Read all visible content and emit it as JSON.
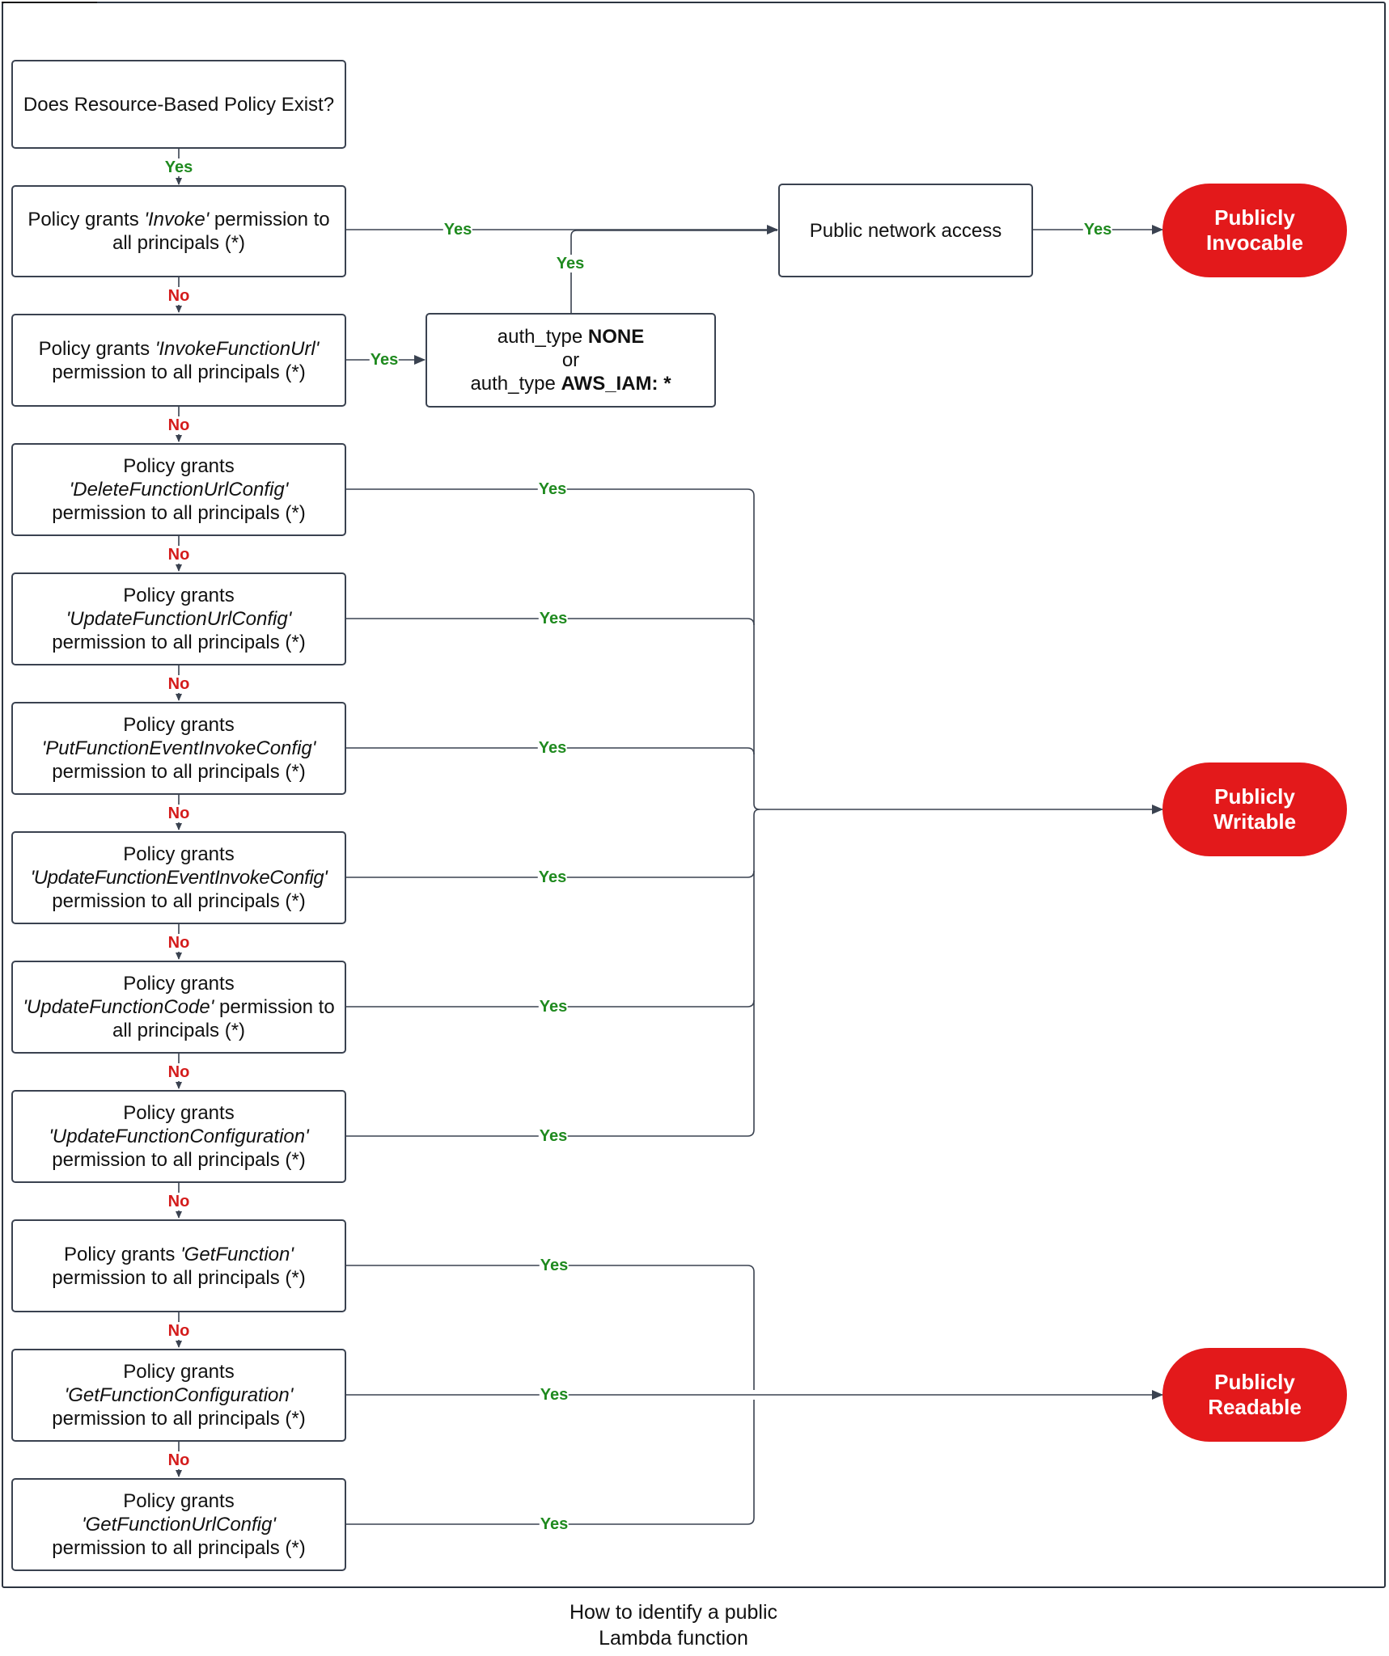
{
  "decisions": {
    "exists": "Does Resource-Based Policy Exist?",
    "invoke": {
      "pre": "Policy grants ",
      "action": "'Invoke'",
      "post": " permission to all principals (*)"
    },
    "invoke_url": {
      "pre": "Policy grants ",
      "action": "'InvokeFunctionUrl'",
      "post": " permission to all principals (*)"
    },
    "delete_url_config": {
      "pre": "Policy grants ",
      "action": "'DeleteFunctionUrlConfig'",
      "post": " permission to all principals (*)"
    },
    "update_url_config": {
      "pre": "Policy grants ",
      "action": "'UpdateFunctionUrlConfig'",
      "post": " permission to all principals (*)"
    },
    "put_event_invoke_config": {
      "pre": "Policy grants ",
      "action": "'PutFunctionEventInvokeConfig'",
      "post": " permission to all principals (*)"
    },
    "update_event_invoke_config": {
      "pre": "Policy grants ",
      "action": "'UpdateFunctionEventInvokeConfig'",
      "post": " permission to all principals (*)"
    },
    "update_code": {
      "pre": "Policy grants ",
      "action": "'UpdateFunctionCode'",
      "post": " permission to all principals (*)"
    },
    "update_configuration": {
      "pre": "Policy grants ",
      "action": "'UpdateFunctionConfiguration'",
      "post": " permission to all principals (*)"
    },
    "get_function": {
      "pre": "Policy grants ",
      "action": "'GetFunction'",
      "post": " permission to all principals (*)"
    },
    "get_configuration": {
      "pre": "Policy grants ",
      "action": "'GetFunctionConfiguration'",
      "post": " permission to all principals (*)"
    },
    "get_url_config": {
      "pre": "Policy grants ",
      "action": "'GetFunctionUrlConfig'",
      "post": " permission to all principals (*)"
    }
  },
  "auth": {
    "line1_pre": "auth_type ",
    "line1_val": "NONE",
    "line2": "or",
    "line3_pre": "auth_type ",
    "line3_val": "AWS_IAM: *"
  },
  "network": "Public network access",
  "outcomes": {
    "invocable": "Publicly Invocable",
    "writable": "Publicly Writable",
    "readable": "Publicly Readable"
  },
  "labels": {
    "yes": "Yes",
    "no": "No"
  },
  "caption": "How to identify a public Lambda function",
  "colors": {
    "outcome": "#e3191b",
    "yes": "#1f8a1f",
    "no": "#d41b1b",
    "line": "#3a4250"
  }
}
